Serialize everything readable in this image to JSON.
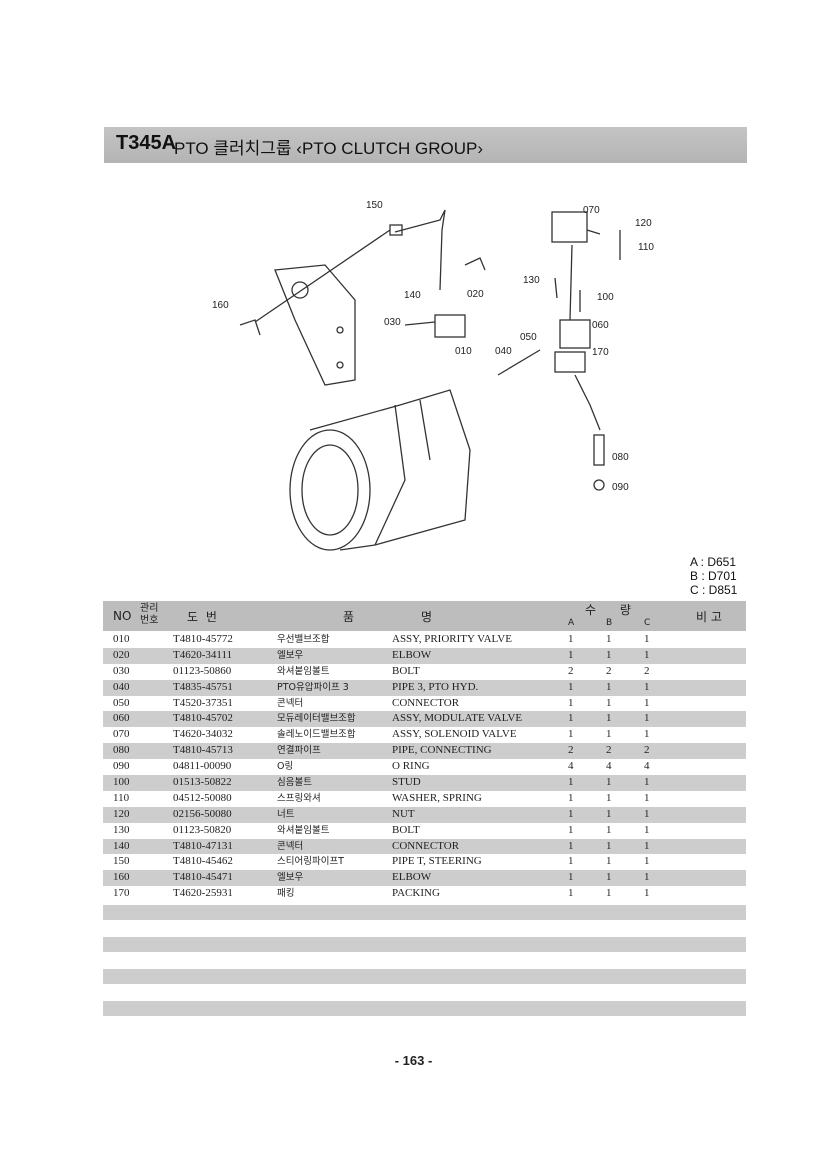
{
  "title": {
    "code": "T345A",
    "text": "PTO 클러치그룹 ‹PTO CLUTCH GROUP›"
  },
  "diagram_labels": [
    "150",
    "070",
    "120",
    "110",
    "130",
    "100",
    "060",
    "170",
    "020",
    "140",
    "030",
    "010",
    "040",
    "050",
    "160",
    "080",
    "090"
  ],
  "models": [
    "A : D651",
    "B : D701",
    "C : D851"
  ],
  "headers": {
    "no": "NO",
    "mgmt": "관리번호",
    "part_no": "도 번",
    "name_1": "품",
    "name_2": "명",
    "qty": "수 량",
    "a": "A",
    "b": "B",
    "c": "C",
    "remarks": "비 고"
  },
  "rows": [
    {
      "no": "010",
      "part_no": "T4810-45772",
      "kr": "우선밸브조합",
      "en": "ASSY, PRIORITY VALVE",
      "a": "1",
      "b": "1",
      "c": "1"
    },
    {
      "no": "020",
      "part_no": "T4620-34111",
      "kr": "엘보우",
      "en": "ELBOW",
      "a": "1",
      "b": "1",
      "c": "1"
    },
    {
      "no": "030",
      "part_no": "01123-50860",
      "kr": "와셔붙임볼트",
      "en": "BOLT",
      "a": "2",
      "b": "2",
      "c": "2"
    },
    {
      "no": "040",
      "part_no": "T4835-45751",
      "kr": "PTO유압파이프 3",
      "en": "PIPE 3, PTO HYD.",
      "a": "1",
      "b": "1",
      "c": "1"
    },
    {
      "no": "050",
      "part_no": "T4520-37351",
      "kr": "콘넥터",
      "en": "CONNECTOR",
      "a": "1",
      "b": "1",
      "c": "1"
    },
    {
      "no": "060",
      "part_no": "T4810-45702",
      "kr": "모듀레이터밸브조합",
      "en": "ASSY, MODULATE VALVE",
      "a": "1",
      "b": "1",
      "c": "1"
    },
    {
      "no": "070",
      "part_no": "T4620-34032",
      "kr": "솔레노이드밸브조합",
      "en": "ASSY, SOLENOID VALVE",
      "a": "1",
      "b": "1",
      "c": "1"
    },
    {
      "no": "080",
      "part_no": "T4810-45713",
      "kr": "연결파이프",
      "en": "PIPE, CONNECTING",
      "a": "2",
      "b": "2",
      "c": "2"
    },
    {
      "no": "090",
      "part_no": "04811-00090",
      "kr": "O링",
      "en": "O RING",
      "a": "4",
      "b": "4",
      "c": "4"
    },
    {
      "no": "100",
      "part_no": "01513-50822",
      "kr": "심음볼트",
      "en": "STUD",
      "a": "1",
      "b": "1",
      "c": "1"
    },
    {
      "no": "110",
      "part_no": "04512-50080",
      "kr": "스프링와셔",
      "en": "WASHER, SPRING",
      "a": "1",
      "b": "1",
      "c": "1"
    },
    {
      "no": "120",
      "part_no": "02156-50080",
      "kr": "너트",
      "en": "NUT",
      "a": "1",
      "b": "1",
      "c": "1"
    },
    {
      "no": "130",
      "part_no": "01123-50820",
      "kr": "와셔붙임볼트",
      "en": "BOLT",
      "a": "1",
      "b": "1",
      "c": "1"
    },
    {
      "no": "140",
      "part_no": "T4810-47131",
      "kr": "콘넥터",
      "en": "CONNECTOR",
      "a": "1",
      "b": "1",
      "c": "1"
    },
    {
      "no": "150",
      "part_no": "T4810-45462",
      "kr": "스티어링파이프T",
      "en": "PIPE T, STEERING",
      "a": "1",
      "b": "1",
      "c": "1"
    },
    {
      "no": "160",
      "part_no": "T4810-45471",
      "kr": "엘보우",
      "en": "ELBOW",
      "a": "1",
      "b": "1",
      "c": "1"
    },
    {
      "no": "170",
      "part_no": "T4620-25931",
      "kr": "패킹",
      "en": "PACKING",
      "a": "1",
      "b": "1",
      "c": "1"
    }
  ],
  "page_number": "- 163 -"
}
